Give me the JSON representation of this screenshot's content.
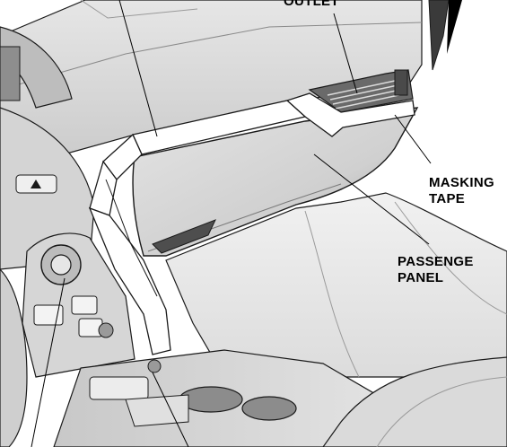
{
  "labels": {
    "outlet": "OUTLET",
    "masking_tape_1": "MASKING",
    "masking_tape_2": "TAPE",
    "passenger_panel_1": "PASSENGE",
    "passenger_panel_2": "PANEL"
  },
  "colors": {
    "line": "#1a1a1a",
    "panel_light": "#f2f2f2",
    "panel_mid": "#d9d9d9",
    "panel_dark": "#a8a8a8",
    "tape": "#ffffff",
    "shadow": "#6e6e6e"
  }
}
